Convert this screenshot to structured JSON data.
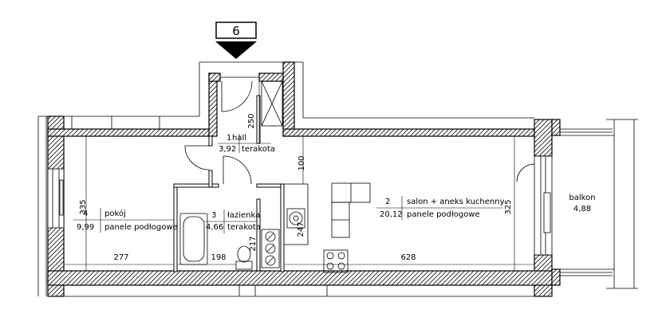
{
  "marker": {
    "number": "6"
  },
  "rooms": [
    {
      "id": "1",
      "name": "hall",
      "area": "3,92",
      "floor": "terakota"
    },
    {
      "id": "2",
      "name": "salon + aneks kuchenny",
      "area": "20,12",
      "floor": "panele podłogowe"
    },
    {
      "id": "3",
      "name": "łazienka",
      "area": "4,66",
      "floor": "terakota"
    },
    {
      "id": "4",
      "name": "pokój",
      "area": "9,99",
      "floor": "panele podłogowe"
    }
  ],
  "balcony": {
    "name": "balkon",
    "area": "4,88"
  },
  "dimensions": {
    "hall_depth": "250",
    "passage": "100",
    "room4_depth": "335",
    "room4_width": "277",
    "bath_width": "198",
    "bath_small": "217",
    "kitchen_small": "247",
    "salon_depth": "325",
    "salon_width": "628"
  }
}
